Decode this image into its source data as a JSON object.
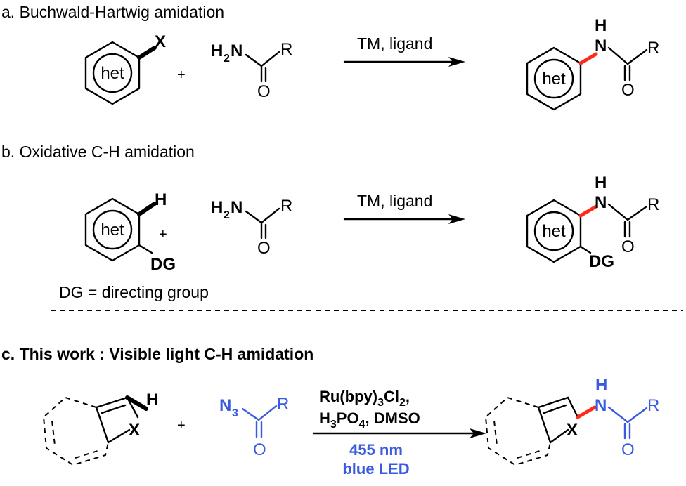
{
  "sections": {
    "a": {
      "title": "a. Buchwald-Hartwig amidation",
      "conditions": "TM, ligand"
    },
    "b": {
      "title": "b. Oxidative C-H amidation",
      "conditions": "TM, ligand",
      "note": "DG = directing group"
    },
    "c": {
      "title": "c. This work : Visible light C-H amidation"
    }
  },
  "labels": {
    "het": "het",
    "X": "X",
    "H": "H",
    "N": "N",
    "R": "R",
    "O": "O",
    "DG": "DG",
    "plus": "+",
    "three": "3"
  },
  "amide": {
    "H2N_H": "H",
    "H2N_2": "2",
    "H2N_N": "N"
  },
  "conditions_c": {
    "line1_a": "Ru(bpy)",
    "line1_b": "3",
    "line1_c": "Cl",
    "line1_d": "2",
    "line1_e": ",",
    "line2_a": "H",
    "line2_b": "3",
    "line2_c": "PO",
    "line2_d": "4",
    "line2_e": ", DMSO",
    "line3": "455 nm",
    "line4": "blue LED"
  },
  "colors": {
    "bond": "#000000",
    "new_bond": "#ff2a1a",
    "azide": "#3a5be0",
    "light": "#3a5be0"
  }
}
